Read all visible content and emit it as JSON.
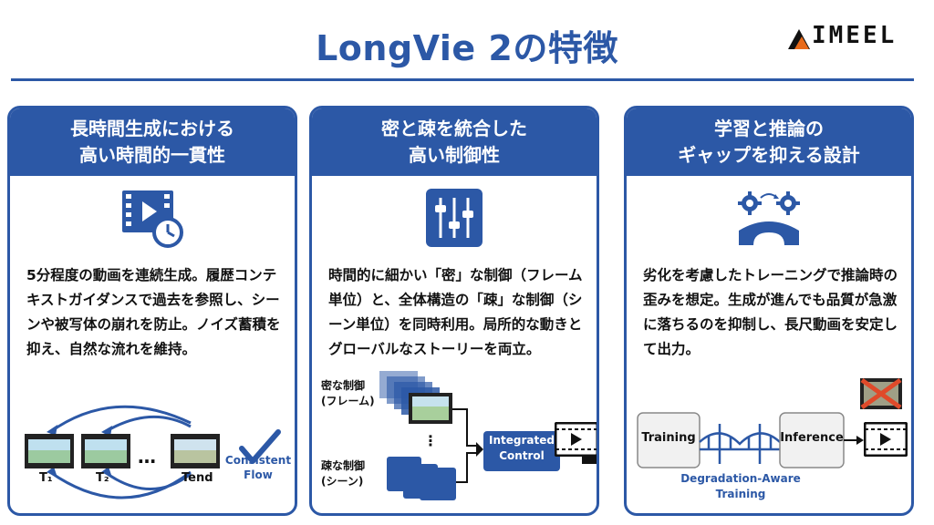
{
  "title": "LongVie 2の特徴",
  "logo_text": "IMEEL",
  "cards": [
    {
      "head_line1": "長時間生成における",
      "head_line2": "高い時間的一貫性",
      "body": "5分程度の動画を連続生成。履歴コンテキストガイダンスで過去を参照し、シーンや被写体の崩れを防止。ノイズ蓄積を抑え、自然な流れを維持。",
      "diagram": {
        "label_t1": "T₁",
        "label_t2": "T₂",
        "label_tend": "Tend",
        "ellipsis": "…",
        "consistent_line1": "Consistent",
        "consistent_line2": "Flow"
      }
    },
    {
      "head_line1": "密と疎を統合した",
      "head_line2": "高い制御性",
      "body": "時間的に細かい「密」な制御（フレーム単位）と、全体構造の「疎」な制御（シーン単位）を同時利用。局所的な動きとグローバルなストーリーを両立。",
      "diagram": {
        "dense_line1": "密な制御",
        "dense_line2": "(フレーム)",
        "sparse_line1": "疎な制御",
        "sparse_line2": "(シーン)",
        "integrated_line1": "Integrated",
        "integrated_line2": "Control"
      }
    },
    {
      "head_line1": "学習と推論の",
      "head_line2": "ギャップを抑える設計",
      "body": "劣化を考慮したトレーニングで推論時の歪みを想定。生成が進んでも品質が急激に落ちるのを抑制し、長尺動画を安定して出力。",
      "diagram": {
        "training": "Training",
        "inference": "Inference",
        "caption_line1": "Degradation-Aware",
        "caption_line2": "Training"
      }
    }
  ],
  "colors": {
    "accent": "#2c58a6",
    "check": "#2c58a6",
    "cross": "#e04a2a"
  }
}
